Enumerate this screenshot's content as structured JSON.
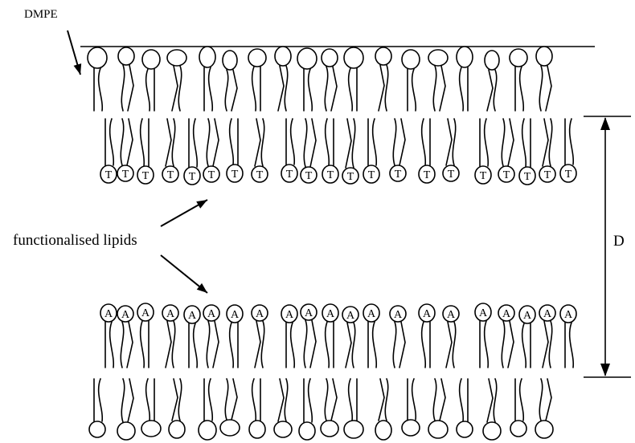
{
  "labels": {
    "dmpe": "DMPE",
    "functionalised": "functionalised lipids",
    "distance": "D"
  },
  "head_letters": {
    "top_functional": "T",
    "bottom_functional": "A"
  },
  "layers": {
    "top_outer_leaflet_count": 18,
    "top_inner_leaflet_count": 21,
    "bottom_inner_leaflet_count": 21,
    "bottom_outer_leaflet_count": 18
  }
}
